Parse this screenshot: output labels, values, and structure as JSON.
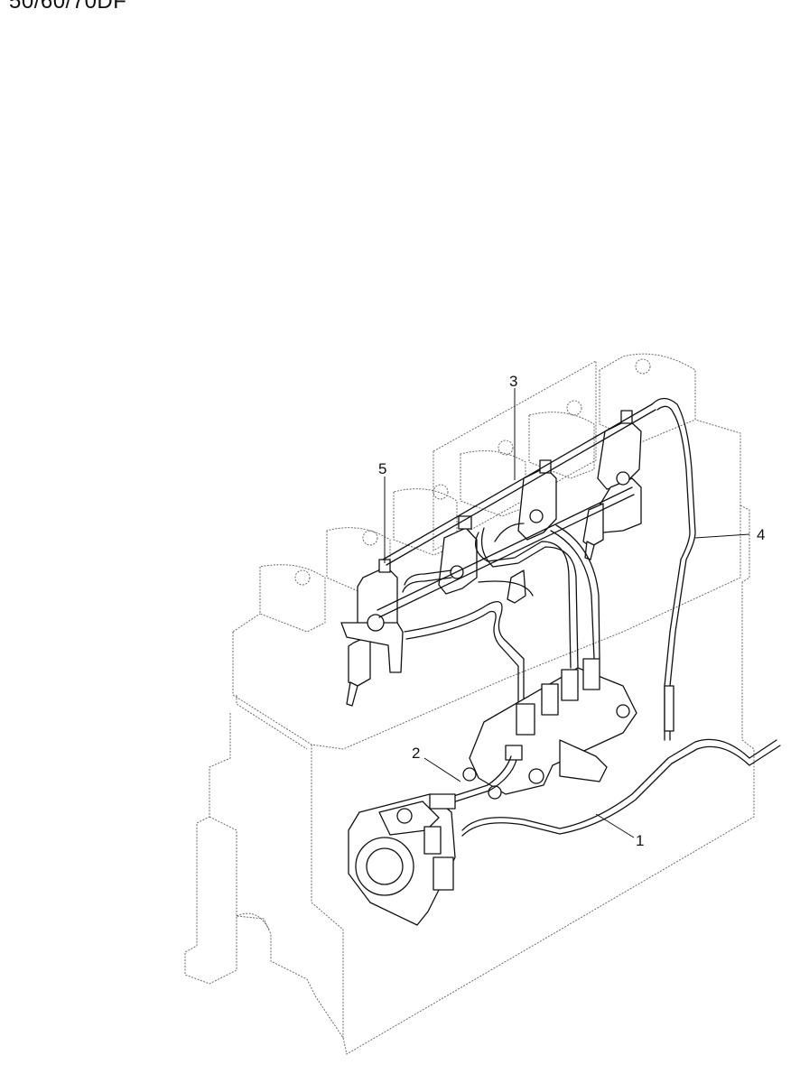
{
  "header": {
    "title": "50/60/70DF"
  },
  "callouts": [
    {
      "id": "1",
      "label": "1"
    },
    {
      "id": "2",
      "label": "2"
    },
    {
      "id": "3",
      "label": "3"
    },
    {
      "id": "4",
      "label": "4"
    },
    {
      "id": "5",
      "label": "5"
    }
  ]
}
